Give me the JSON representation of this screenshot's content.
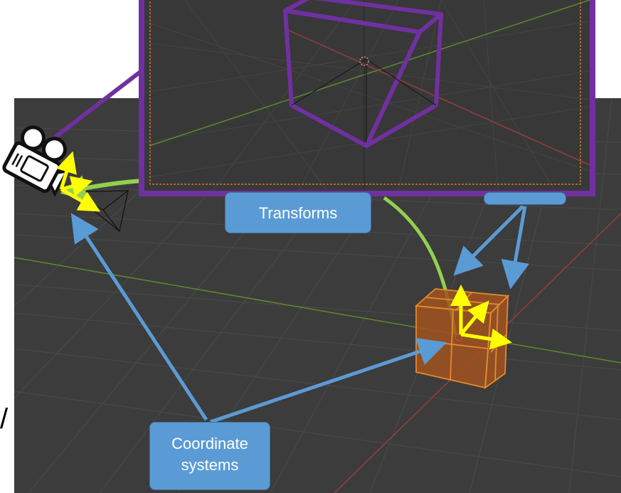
{
  "labels": {
    "transforms": "Transforms",
    "coordinate_systems_line1": "Coordinate",
    "coordinate_systems_line2": "systems",
    "stray_glyph": "/"
  },
  "colors": {
    "viewport_bg": "#3c3c3c",
    "grid": "#4a4a4a",
    "x_axis": "#9a3c3c",
    "y_axis": "#5e8a2a",
    "frame_purple": "#7030a0",
    "arrow_blue": "#5b9bd5",
    "arrow_green": "#92d050",
    "axis_yellow": "#ffff00",
    "cube_orange": "#e8892b",
    "camera_border": "#f0a030"
  },
  "icons": [
    "camera-icon",
    "cube-object",
    "wireframe-cube",
    "camera-frustum"
  ]
}
